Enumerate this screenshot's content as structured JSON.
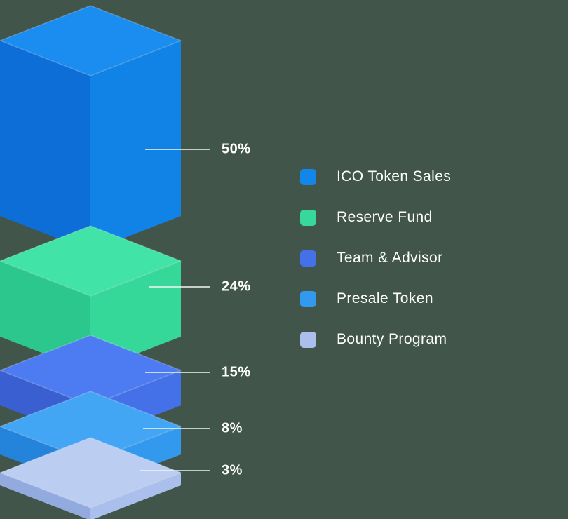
{
  "background_color": "#41554A",
  "chart_data": {
    "type": "stacked-isometric-bar",
    "title": "",
    "unit": "%",
    "legend_position": "right",
    "leader_line_color": "#F2F6F3",
    "label_text_color": "#FFFFFF",
    "segments": [
      {
        "label": "ICO Token Sales",
        "value": 50,
        "pct_label": "50%",
        "colors": {
          "top": "#1B8CF0",
          "left": "#0D6ED8",
          "right": "#1182E6",
          "legend": "#1287E9"
        }
      },
      {
        "label": "Reserve Fund",
        "value": 24,
        "pct_label": "24%",
        "colors": {
          "top": "#41E3A6",
          "left": "#2BC78D",
          "right": "#36D89A",
          "legend": "#38D79C"
        }
      },
      {
        "label": "Team & Advisor",
        "value": 15,
        "pct_label": "15%",
        "colors": {
          "top": "#4D7CF2",
          "left": "#3A5FD0",
          "right": "#4470E8",
          "legend": "#4470E8"
        }
      },
      {
        "label": "Presale Token",
        "value": 8,
        "pct_label": "8%",
        "colors": {
          "top": "#42A6F5",
          "left": "#2484DC",
          "right": "#3399EE",
          "legend": "#3399EE"
        }
      },
      {
        "label": "Bounty Program",
        "value": 3,
        "pct_label": "3%",
        "colors": {
          "top": "#BCCDF2",
          "left": "#93AADE",
          "right": "#AABFEB",
          "legend": "#AABFEB"
        }
      }
    ]
  }
}
